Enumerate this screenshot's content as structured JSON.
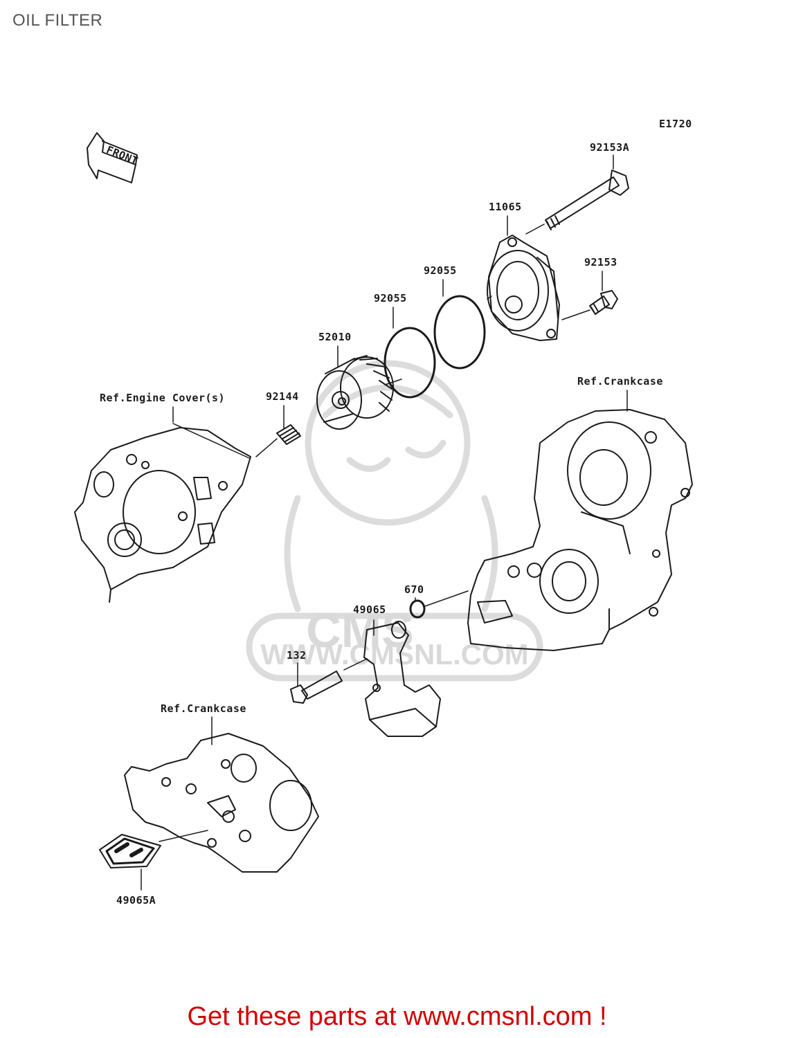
{
  "page": {
    "title": "OIL FILTER"
  },
  "diagram": {
    "code": "E1720",
    "front_label": "FRONT",
    "parts": {
      "p92153A": "92153A",
      "p11065": "11065",
      "p92153": "92153",
      "p92055a": "92055",
      "p92055b": "92055",
      "p52010": "52010",
      "p92144": "92144",
      "p670": "670",
      "p49065": "49065",
      "p132": "132",
      "p49065A": "49065A"
    },
    "refs": {
      "engine_cover": "Ref.Engine Cover(s)",
      "crankcase_right": "Ref.Crankcase",
      "crankcase_bottom": "Ref.Crankcase"
    },
    "watermark": {
      "brand": "CMS",
      "url": "WWW.CMSNL.COM"
    }
  },
  "footer": {
    "text": "Get these parts at www.cmsnl.com !"
  },
  "colors": {
    "footer": "#d20000",
    "title": "#555555",
    "line": "#1a1a1a",
    "watermark": "#d9d9d9"
  }
}
